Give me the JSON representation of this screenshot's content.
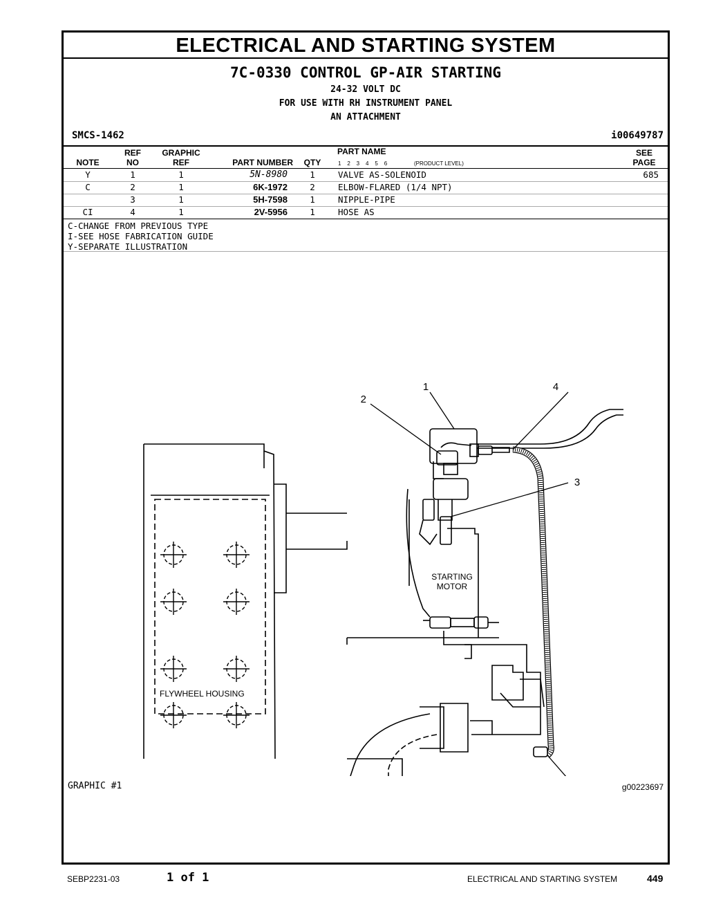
{
  "header": {
    "section_title": "ELECTRICAL AND STARTING SYSTEM",
    "group_title": "7C-0330 CONTROL GP-AIR STARTING",
    "subtitle_lines": [
      "24-32 VOLT DC",
      "FOR USE WITH RH INSTRUMENT PANEL",
      "AN ATTACHMENT"
    ],
    "smcs": "SMCS-1462",
    "illustration_id": "i00649787"
  },
  "table": {
    "headers": {
      "note": "NOTE",
      "ref_no_top": "REF",
      "ref_no_bottom": "NO",
      "graphic_ref_top": "GRAPHIC",
      "graphic_ref_bottom": "REF",
      "part_number": "PART NUMBER",
      "qty": "QTY",
      "part_name": "PART NAME",
      "product_levels": "1    2    3    4    5    6",
      "product_level_label": "(PRODUCT LEVEL)",
      "see_page_top": "SEE",
      "see_page_bottom": "PAGE"
    },
    "rows": [
      {
        "note": "Y",
        "ref_no": "1",
        "graphic_ref": "1",
        "part_number": "5N-8980",
        "qty": "1",
        "part_name": "VALVE AS-SOLENOID",
        "see_page": "685"
      },
      {
        "note": "C",
        "ref_no": "2",
        "graphic_ref": "1",
        "part_number": "6K-1972",
        "qty": "2",
        "part_name": "ELBOW-FLARED (1/4 NPT)",
        "see_page": ""
      },
      {
        "note": "",
        "ref_no": "3",
        "graphic_ref": "1",
        "part_number": "5H-7598",
        "qty": "1",
        "part_name": "NIPPLE-PIPE",
        "see_page": ""
      },
      {
        "note": "CI",
        "ref_no": "4",
        "graphic_ref": "1",
        "part_number": "2V-5956",
        "qty": "1",
        "part_name": "HOSE AS",
        "see_page": ""
      }
    ]
  },
  "notes": [
    "C-CHANGE FROM PREVIOUS TYPE",
    "I-SEE HOSE FABRICATION GUIDE",
    "Y-SEPARATE ILLUSTRATION"
  ],
  "graphic": {
    "label": "GRAPHIC #1",
    "graphic_id": "g00223697",
    "callouts": [
      "1",
      "2",
      "3",
      "4",
      "2"
    ],
    "starting_motor_line1": "STARTING",
    "starting_motor_line2": "MOTOR",
    "flywheel_housing": "FLYWHEEL HOUSING"
  },
  "footer": {
    "doc_number": "SEBP2231-03",
    "page_of": "1 of 1",
    "section": "ELECTRICAL AND STARTING SYSTEM",
    "page_number": "449"
  }
}
